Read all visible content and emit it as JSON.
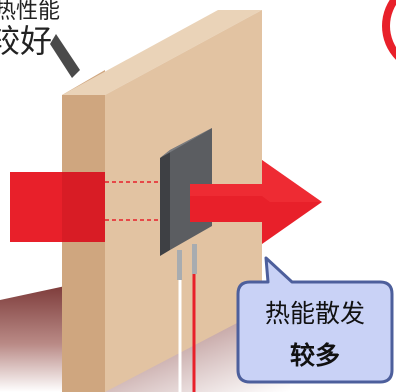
{
  "top_label": {
    "line1": "热性能",
    "line2": "较好"
  },
  "bubble": {
    "line1": "热能散发",
    "line2": "较多"
  },
  "colors": {
    "board": "#e2c3a2",
    "board_side": "#cfa67f",
    "arrow": "#e8202a",
    "bubble_fill": "#c9d2f6",
    "bubble_stroke": "#4d5f9c",
    "component": "#5b5d61",
    "floor": "#7c3b3b"
  }
}
